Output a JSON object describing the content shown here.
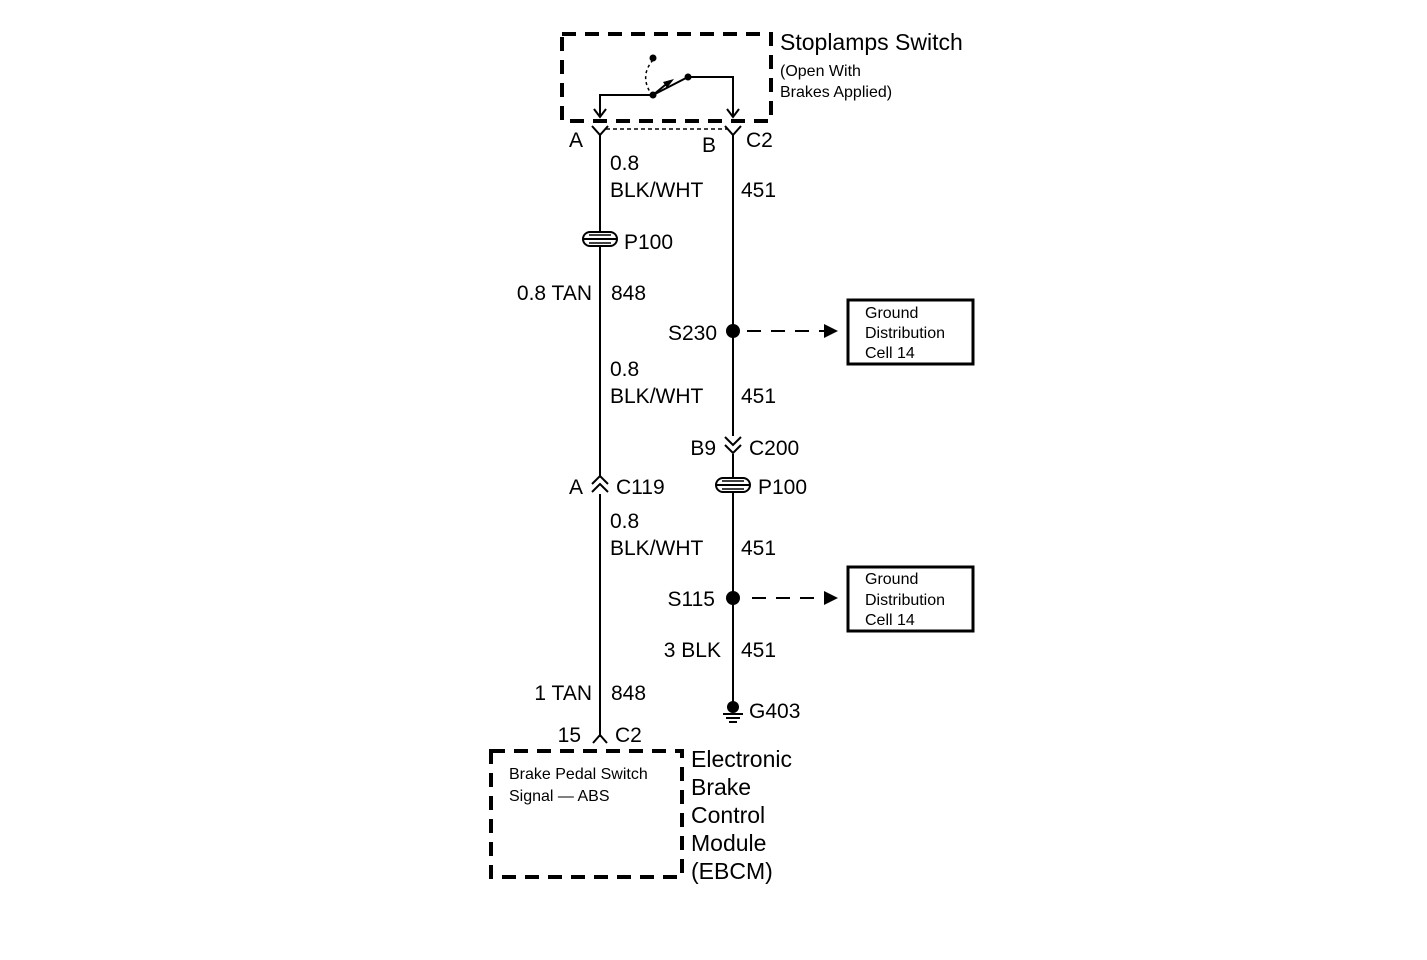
{
  "components": {
    "stoplamps_switch": {
      "title": "Stoplamps Switch",
      "note_line1": "(Open With",
      "note_line2": "Brakes Applied)",
      "pin_a": "A",
      "pin_b": "B",
      "connector": "C2"
    },
    "ebcm": {
      "line1": "Electronic",
      "line2": "Brake",
      "line3": "Control",
      "line4": "Module",
      "line5": "(EBCM)",
      "inner_line1": "Brake Pedal Switch",
      "inner_line2": "Signal — ABS",
      "pin": "15",
      "connector": "C2"
    }
  },
  "left_circuit": {
    "seg1_gauge": "0.8",
    "seg1_color": "BLK/WHT",
    "pass_through_1": "P100",
    "seg2_spec": "0.8 TAN",
    "seg2_circuit": "848",
    "connector_pin": "A",
    "connector": "C119",
    "seg3_spec": "1 TAN",
    "seg3_circuit": "848"
  },
  "right_circuit": {
    "seg1_circuit": "451",
    "splice_1": "S230",
    "seg2_gauge": "0.8",
    "seg2_color": "BLK/WHT",
    "seg2_circuit": "451",
    "connector_pin": "B9",
    "connector": "C200",
    "pass_through_2": "P100",
    "seg3_gauge": "0.8",
    "seg3_color": "BLK/WHT",
    "seg3_circuit": "451",
    "splice_2": "S115",
    "seg4_spec": "3 BLK",
    "seg4_circuit": "451",
    "ground": "G403"
  },
  "references": [
    {
      "line1": "Ground",
      "line2": "Distribution",
      "line3": "Cell 14"
    },
    {
      "line1": "Ground",
      "line2": "Distribution",
      "line3": "Cell 14"
    }
  ]
}
